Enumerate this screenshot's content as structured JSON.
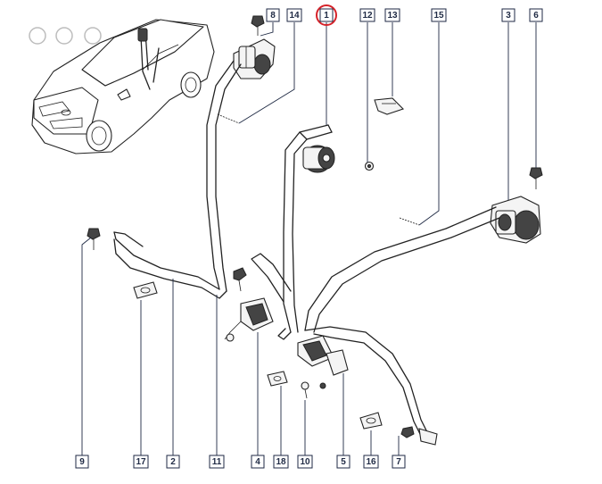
{
  "diagram": {
    "callouts": [
      "8",
      "14",
      "1",
      "12",
      "13",
      "15",
      "3",
      "6",
      "9",
      "17",
      "2",
      "11",
      "4",
      "18",
      "10",
      "5",
      "16",
      "7"
    ],
    "highlighted_callout": "1",
    "colors": {
      "callout_border": "#1f2a44",
      "highlight_ring": "#d6232a",
      "line_art": "#222222"
    }
  }
}
